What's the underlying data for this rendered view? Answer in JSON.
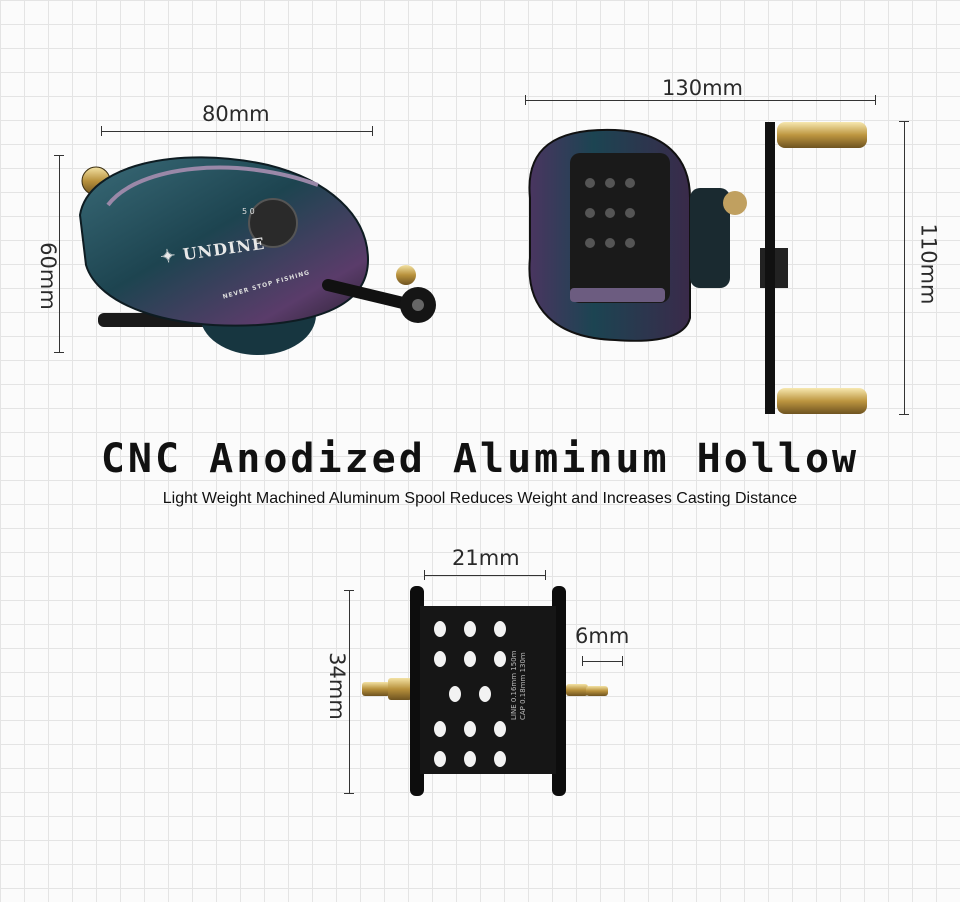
{
  "dimensions": {
    "side_width": "80mm",
    "side_height": "60mm",
    "front_width": "130mm",
    "front_height": "110mm",
    "spool_width": "21mm",
    "spool_height": "34mm",
    "spool_shaft": "6mm"
  },
  "reel": {
    "brand": "UNDINE",
    "slogan": "NEVER STOP FISHING",
    "dial_marks": "5 0"
  },
  "spool_text": {
    "line1": "LINE 0.16mm 150m",
    "line2": "CAP 0.18mm 130m"
  },
  "headline": "CNC Anodized Aluminum Hollow",
  "subheadline": "Light Weight Machined Aluminum Spool Reduces Weight and Increases Casting Distance",
  "colors": {
    "body_dark": "#1c3a45",
    "iridescent": "#6a4a7a",
    "gold": "#c9a84a"
  }
}
